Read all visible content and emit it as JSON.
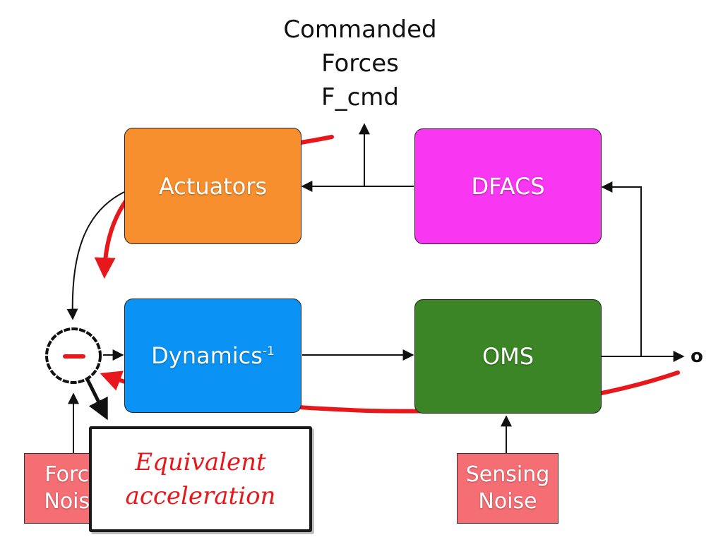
{
  "title": {
    "line1": "Commanded",
    "line2": "Forces",
    "line3": "F_cmd"
  },
  "blocks": {
    "actuators": {
      "label": "Actuators",
      "color": "#f78f2e"
    },
    "dfacs": {
      "label": "DFACS",
      "color": "#f936f2"
    },
    "dynamics": {
      "label": "Dynamics",
      "superscript": "-1",
      "color": "#0a93f5"
    },
    "oms": {
      "label": "OMS",
      "color": "#3b8526"
    }
  },
  "summing_junction": {
    "sign": "-"
  },
  "noise": {
    "force": {
      "line1": "Force",
      "line2": "Noise",
      "color": "#f56e74"
    },
    "sensing": {
      "line1": "Sensing",
      "line2": "Noise",
      "color": "#f56e74"
    }
  },
  "output_symbol": "o",
  "annotation": {
    "line1": "Equivalent",
    "line2": "acceleration",
    "color": "#e8171c"
  }
}
